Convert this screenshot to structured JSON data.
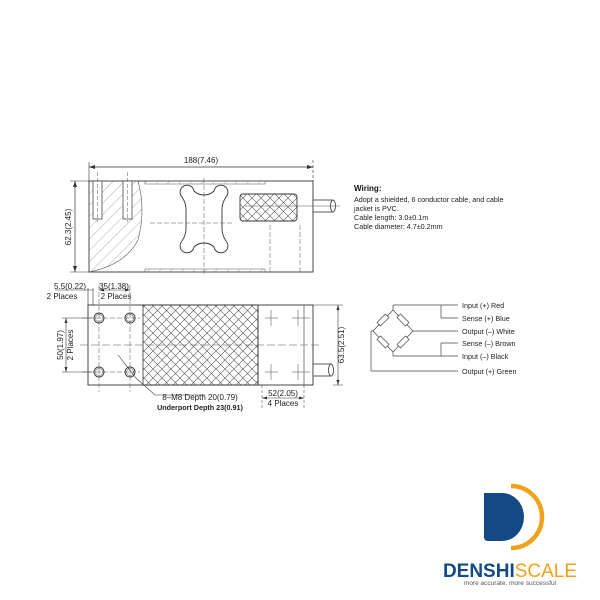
{
  "drawing": {
    "side_view": {
      "length_dim": "188(7.46)",
      "height_dim": "62.3(2.45)"
    },
    "top_view": {
      "edge_offset_dim": "5.5(0.22)",
      "edge_offset_note": "2 Places",
      "hole_spacing_dim": "35(1.38)",
      "hole_spacing_note": "2 Places",
      "vertical_spacing_dim": "50(1.97)",
      "vertical_spacing_note": "2 Places",
      "thread_callout": "8–M8 Depth 20(0.79)",
      "underport_callout": "Underport Depth 23(0.91)",
      "right_hole_dim": "52(2.05)",
      "right_hole_note": "4 Places",
      "width_dim": "63.5(2.51)"
    }
  },
  "wiring": {
    "title": "Wiring:",
    "lines": [
      "Adopt a shielded, 6 conductor cable, and cable",
      "jacket is PVC.",
      "Cable length: 3.0±0.1m",
      "Cable diameter: 4.7±0.2mm"
    ],
    "connections": [
      "Input (+) Red",
      "Sense (+) Blue",
      "Output (–) White",
      "Sense (–) Brown",
      "Input (–) Black",
      "Output (+) Green"
    ]
  },
  "brand": {
    "name_bold": "DENSHI",
    "name_light": "SCALE",
    "tagline": "more accurate. more successful",
    "colors": {
      "primary": "#134a86",
      "accent": "#f0a21c"
    }
  }
}
